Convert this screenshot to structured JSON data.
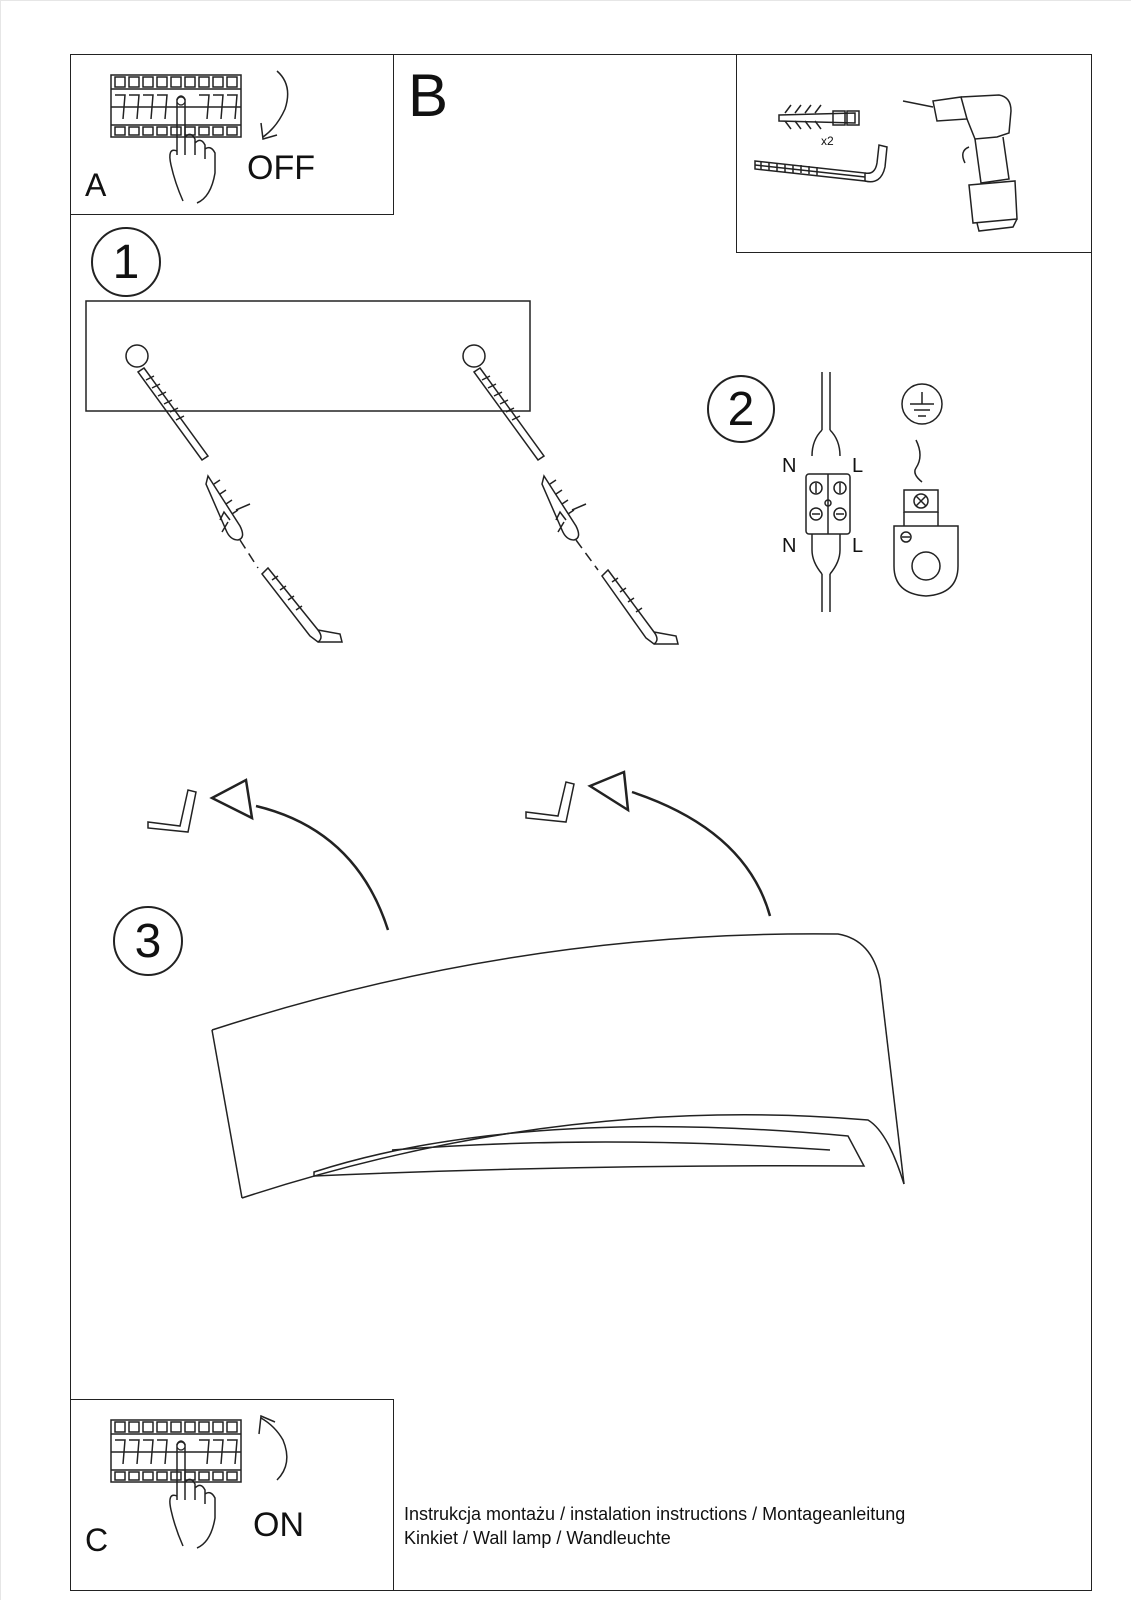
{
  "panel_a": {
    "letter": "A",
    "action": "OFF"
  },
  "panel_b": {
    "letter": "B",
    "anchor_quantity": "x2"
  },
  "panel_c": {
    "letter": "C",
    "action": "ON"
  },
  "steps": [
    "1",
    "2",
    "3"
  ],
  "wiring": {
    "n_top": "N",
    "l_top": "L",
    "n_bottom": "N",
    "l_bottom": "L"
  },
  "footer": {
    "line1": "Instrukcja montażu / instalation instructions / Montageanleitung",
    "line2": "Kinkiet / Wall lamp / Wandleuchte"
  }
}
